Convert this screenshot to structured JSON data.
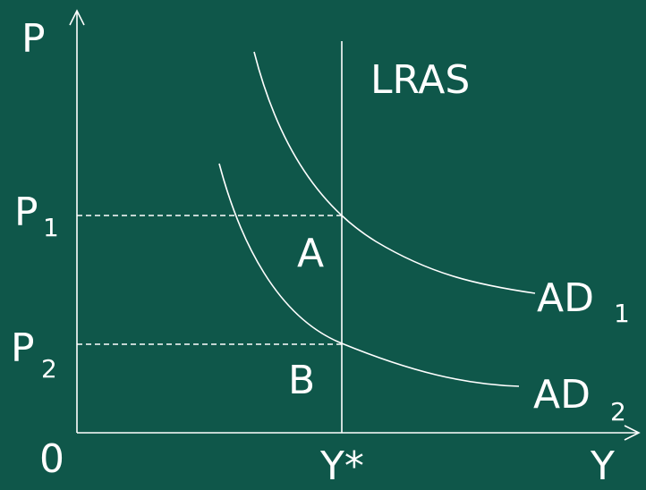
{
  "axes": {
    "y_label": "P",
    "x_label": "Y",
    "origin_label": "0"
  },
  "price_levels": {
    "p1_main": "P",
    "p1_sub": "1",
    "p2_main": "P",
    "p2_sub": "2"
  },
  "output": {
    "potential_label": "Y*"
  },
  "curves": {
    "lras_label": "LRAS",
    "ad1_main": "AD",
    "ad1_sub": "1",
    "ad2_main": "AD",
    "ad2_sub": "2"
  },
  "points": {
    "a_label": "A",
    "b_label": "B"
  },
  "colors": {
    "background": "#0f574a",
    "ink": "#ffffff"
  }
}
